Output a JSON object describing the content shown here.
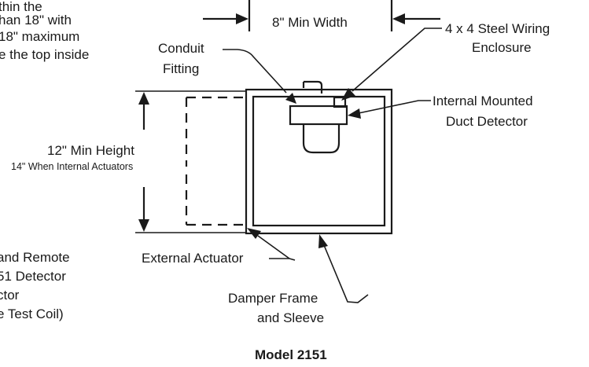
{
  "left_text_top": [
    "thin the",
    "han 18\" with",
    "18\" maximum",
    "e the top inside"
  ],
  "left_text_bottom": [
    "and Remote",
    "51 Detector",
    "ctor",
    "e Test Coil)"
  ],
  "labels": {
    "min_width": "8\" Min Width",
    "conduit_line1": "Conduit",
    "conduit_line2": "Fitting",
    "enclosure_line1": "4 x 4 Steel Wiring",
    "enclosure_line2": "Enclosure",
    "detector_line1": "Internal Mounted",
    "detector_line2": "Duct Detector",
    "min_height": "12\" Min Height",
    "min_height_note": "14\" When Internal Actuators",
    "external_actuator": "External Actuator",
    "damper_line1": "Damper Frame",
    "damper_line2": "and Sleeve"
  },
  "caption": "Model 2151"
}
